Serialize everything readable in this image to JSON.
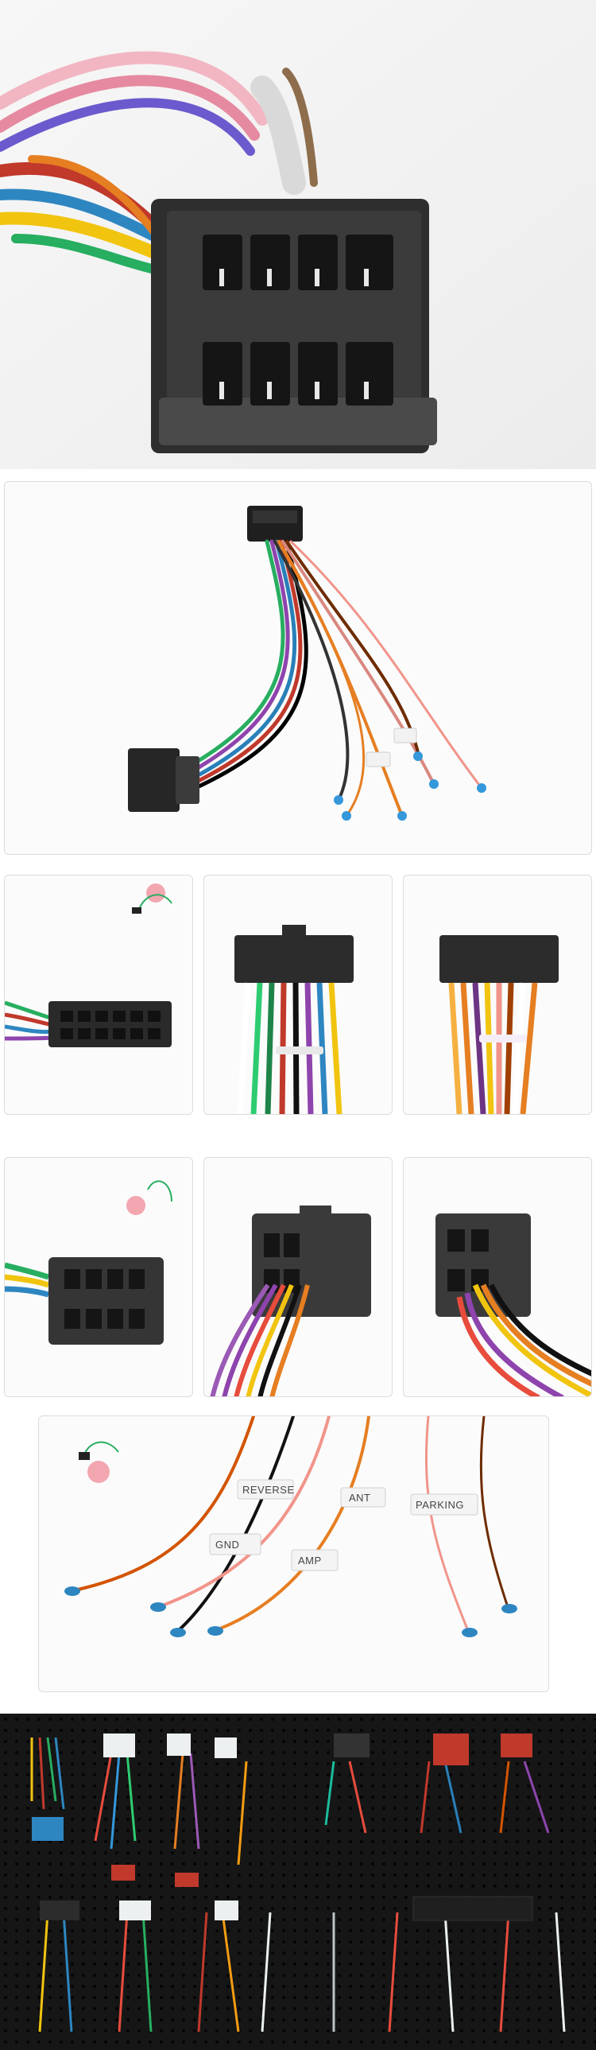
{
  "tags": {
    "gnd": "GND",
    "amp": "AMP",
    "parking": "PARKING",
    "ant": "ANT",
    "reverse": "REVERSE"
  },
  "colors": {
    "connector": "#2b2b2b",
    "connector_face": "#3a3a3a",
    "panel_border": "#dcdcdc",
    "pegboard": "#1a1a1a",
    "marker": "#f2a6b0"
  },
  "panels": [
    "iso-connector-closeup",
    "harness-overview",
    "small-connector-detail",
    "small-connector-wires-front",
    "small-connector-wires-back",
    "iso-connector-side",
    "iso-connector-angle",
    "iso-connector-rear",
    "labeled-wire-ends",
    "pegboard-display"
  ]
}
